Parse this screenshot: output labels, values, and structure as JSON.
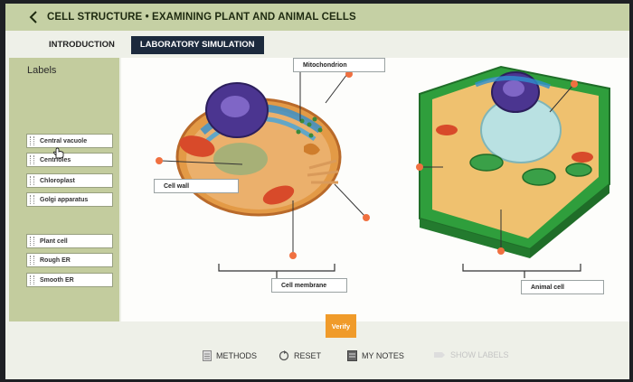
{
  "header": {
    "title": "CELL STRUCTURE • EXAMINING PLANT AND ANIMAL CELLS"
  },
  "tabs": [
    {
      "label": "INTRODUCTION"
    },
    {
      "label": "LABORATORY SIMULATION"
    }
  ],
  "labels_panel": {
    "title": "Labels",
    "items": [
      {
        "label": "Central vacuole"
      },
      {
        "label": "Centrioles"
      },
      {
        "label": "Chloroplast"
      },
      {
        "label": "Golgi apparatus"
      },
      {
        "label": "Plant cell"
      },
      {
        "label": "Rough ER"
      },
      {
        "label": "Smooth ER"
      }
    ]
  },
  "placed_labels": {
    "mitochondrion": "Mitochondrion",
    "cell_wall": "Cell wall",
    "cell_membrane": "Cell membrane",
    "animal_cell": "Animal cell"
  },
  "verify_label": "Verify",
  "toolbar": {
    "methods": "METHODS",
    "reset": "RESET",
    "my_notes": "MY NOTES",
    "show_labels": "SHOW LABELS"
  },
  "colors": {
    "header_bg": "#c5d0a4",
    "active_tab": "#1c2a3d",
    "panel_bg": "#c3cc9e",
    "pin": "#f07040",
    "verify": "#f09b2a"
  }
}
